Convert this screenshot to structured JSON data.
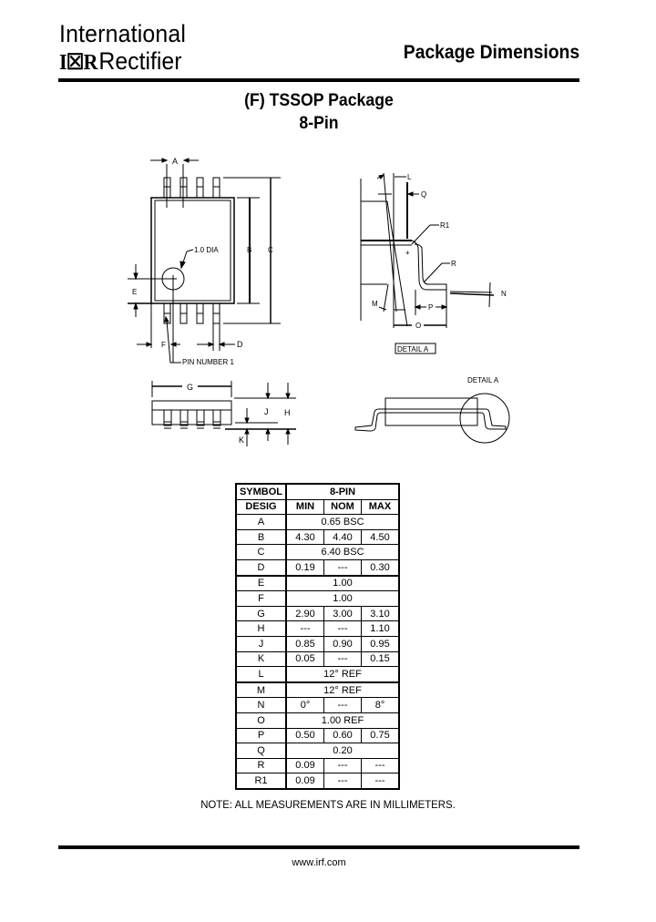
{
  "header": {
    "logo_line1": "International",
    "logo_mark": "I☒R",
    "logo_line2": "Rectifier",
    "title": "Package Dimensions"
  },
  "package": {
    "title": "(F) TSSOP Package",
    "subtitle": "8-Pin"
  },
  "drawings": {
    "top_view": {
      "labels": {
        "a": "A",
        "b": "B",
        "c": "C",
        "d": "D",
        "e": "E",
        "f": "F",
        "dia": "1.0 DIA",
        "pin1": "PIN NUMBER 1"
      }
    },
    "detail": {
      "labels": {
        "l": "L",
        "q": "Q",
        "r1": "R1",
        "r": "R",
        "n": "N",
        "m": "M",
        "p": "P",
        "o": "O",
        "caption": "DETAIL A"
      }
    },
    "side_view": {
      "labels": {
        "g": "G",
        "j": "J",
        "h": "H",
        "k": "K"
      }
    },
    "end_view": {
      "labels": {
        "detail": "DETAIL A"
      }
    }
  },
  "table": {
    "header": {
      "symbol": "SYMBOL",
      "desig": "DESIG",
      "group": "8-PIN",
      "min": "MIN",
      "nom": "NOM",
      "max": "MAX"
    },
    "rows": [
      {
        "symbol": "A",
        "span": "0.65 BSC"
      },
      {
        "symbol": "B",
        "min": "4.30",
        "nom": "4.40",
        "max": "4.50"
      },
      {
        "symbol": "C",
        "span": "6.40 BSC"
      },
      {
        "symbol": "D",
        "min": "0.19",
        "nom": "---",
        "max": "0.30"
      },
      {
        "symbol": "E",
        "span": "1.00"
      },
      {
        "symbol": "F",
        "span": "1.00"
      },
      {
        "symbol": "G",
        "min": "2.90",
        "nom": "3.00",
        "max": "3.10"
      },
      {
        "symbol": "H",
        "min": "---",
        "nom": "---",
        "max": "1.10"
      },
      {
        "symbol": "J",
        "min": "0.85",
        "nom": "0.90",
        "max": "0.95"
      },
      {
        "symbol": "K",
        "min": "0.05",
        "nom": "---",
        "max": "0.15"
      },
      {
        "symbol": "L",
        "span": "12° REF"
      },
      {
        "symbol": "M",
        "span": "12° REF"
      },
      {
        "symbol": "N",
        "min": "0°",
        "nom": "---",
        "max": "8°"
      },
      {
        "symbol": "O",
        "span": "1.00 REF"
      },
      {
        "symbol": "P",
        "min": "0.50",
        "nom": "0.60",
        "max": "0.75"
      },
      {
        "symbol": "Q",
        "span": "0.20"
      },
      {
        "symbol": "R",
        "min": "0.09",
        "nom": "---",
        "max": "---"
      },
      {
        "symbol": "R1",
        "min": "0.09",
        "nom": "---",
        "max": "---"
      }
    ]
  },
  "note": "NOTE: ALL MEASUREMENTS ARE IN MILLIMETERS.",
  "footer": {
    "url": "www.irf.com"
  },
  "colors": {
    "ink": "#000000",
    "paper": "#ffffff"
  }
}
